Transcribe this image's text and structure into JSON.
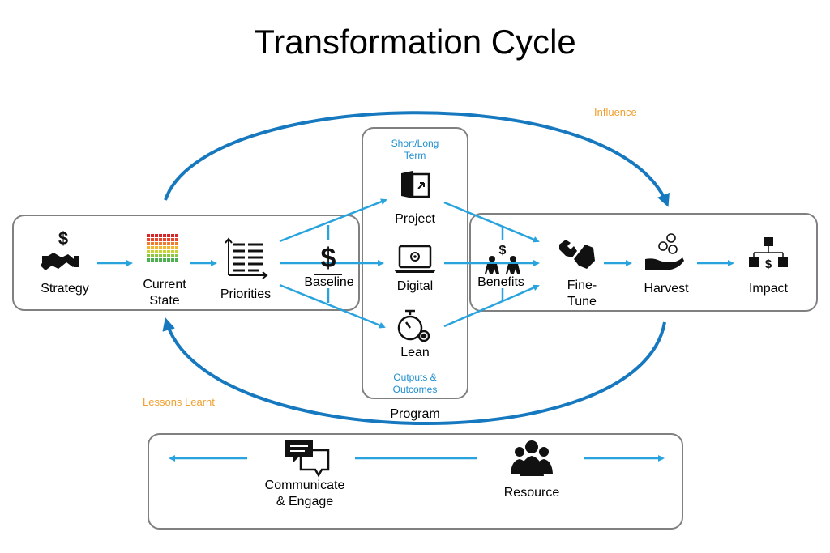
{
  "title": "Transformation Cycle",
  "colors": {
    "arrow": "#29a3de",
    "cycle": "#1678be",
    "box": "#808080",
    "note_blue": "#1f8ecf",
    "note_orange": "#f0a030"
  },
  "notes": {
    "influence": "Influence",
    "lessons": "Lessons Learnt",
    "term_line1": "Short/Long",
    "term_line2": "Term",
    "outputs_line1": "Outputs &",
    "outputs_line2": "Outcomes"
  },
  "nodes": {
    "strategy": "Strategy",
    "current_state_1": "Current",
    "current_state_2": "State",
    "priorities": "Priorities",
    "baseline": "Baseline",
    "project": "Project",
    "digital": "Digital",
    "lean": "Lean",
    "program": "Program",
    "benefits": "Benefits",
    "finetune_1": "Fine-",
    "finetune_2": "Tune",
    "harvest": "Harvest",
    "impact": "Impact",
    "communicate_1": "Communicate",
    "communicate_2": "& Engage",
    "resource": "Resource"
  },
  "icons": {
    "strategy": "handshake-dollar-icon",
    "current_state": "heatmap-grid-icon",
    "priorities": "ranked-list-icon",
    "baseline": "dollar-icon",
    "project": "project-door-icon",
    "digital": "laptop-gear-icon",
    "lean": "stopwatch-gear-icon",
    "benefits": "people-dollar-icon",
    "finetune": "wrench-hand-icon",
    "harvest": "hand-coins-icon",
    "impact": "org-chart-dollar-icon",
    "communicate": "chat-bubbles-icon",
    "resource": "group-people-icon"
  }
}
